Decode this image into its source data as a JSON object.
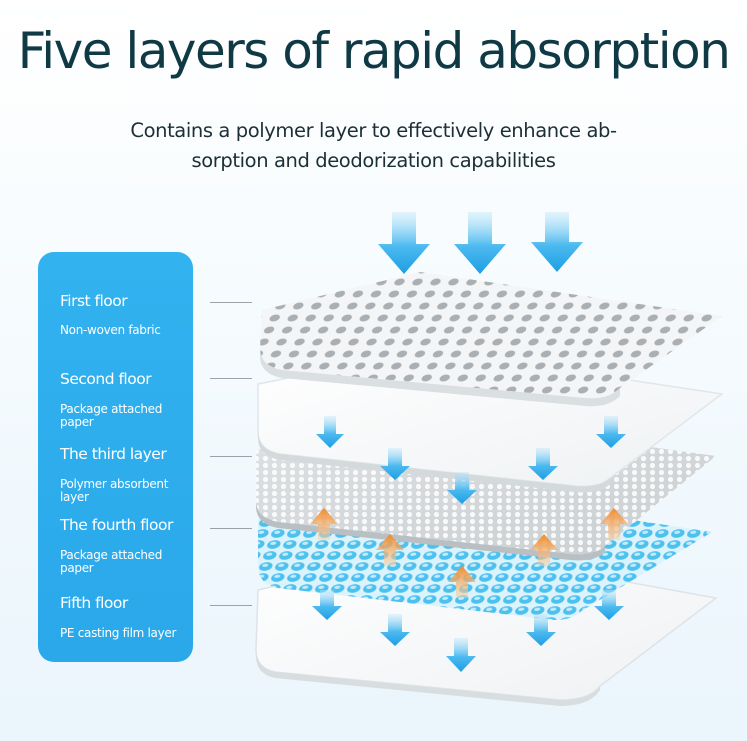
{
  "title": "Five layers of rapid absorption",
  "subtitle_line1": "Contains a polymer layer to effectively enhance ab-",
  "subtitle_line2": "sorption and deodorization capabilities",
  "layers": [
    {
      "name": "First floor",
      "description": "Non-woven fabric"
    },
    {
      "name": "Second floor",
      "description": "Package attached paper"
    },
    {
      "name": "The third layer",
      "description": "Polymer absorbent layer"
    },
    {
      "name": "The fourth floor",
      "description": "Package attached paper"
    },
    {
      "name": "Fifth floor",
      "description": "PE casting film layer"
    }
  ],
  "colors": {
    "panel": "#2eadec",
    "title": "#0f3a45",
    "arrow_down": "#2aa7e8",
    "arrow_up": "#f59a3a",
    "mesh_dot": "#3fb7ea"
  }
}
